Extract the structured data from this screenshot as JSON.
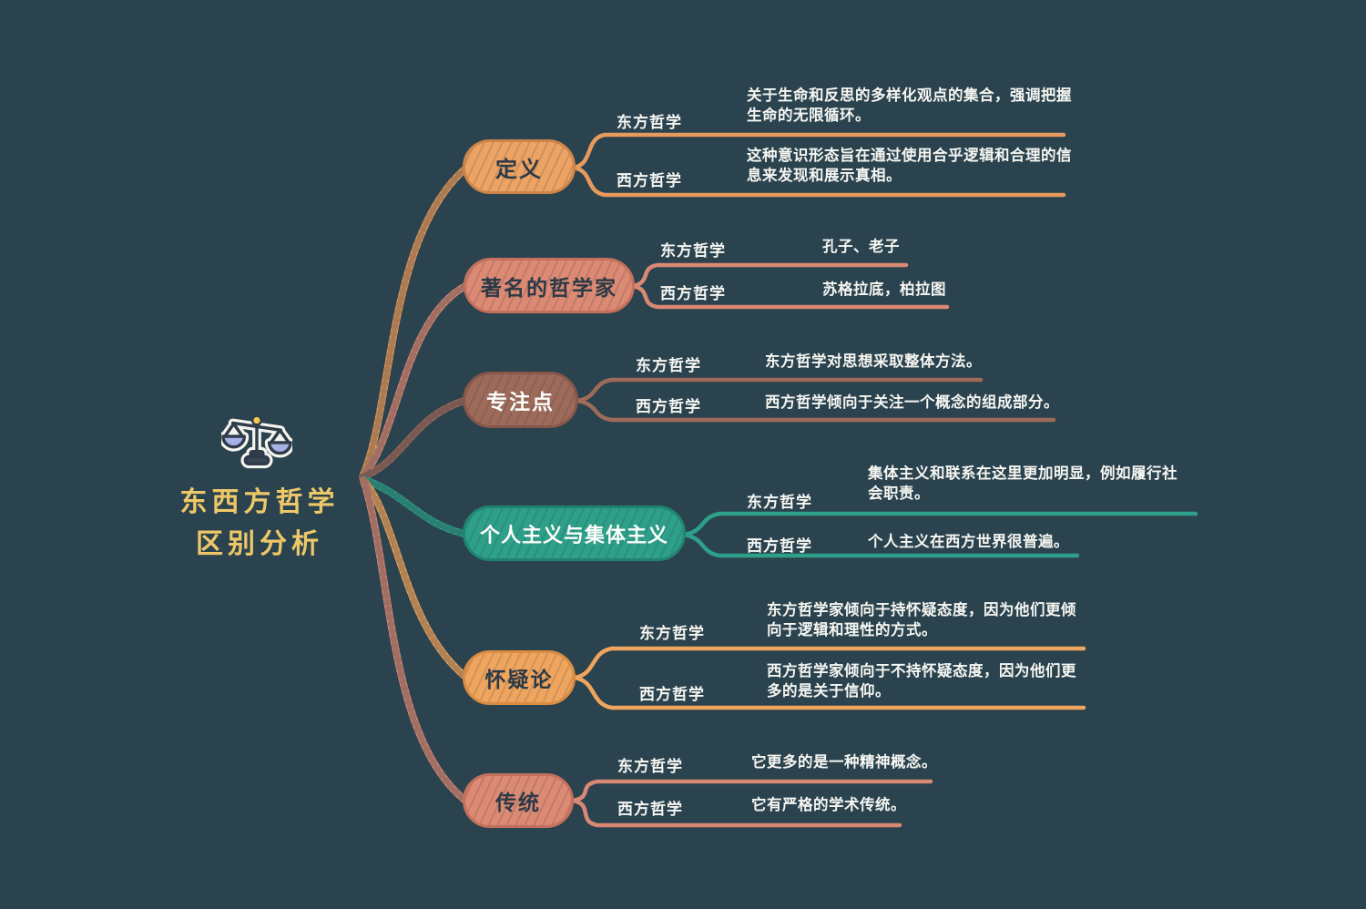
{
  "root": {
    "title_line1": "东西方哲学",
    "title_line2": "区别分析",
    "icon": "balance-scale-icon"
  },
  "colors": {
    "background": "#2A434E",
    "root_title": "#EEC868",
    "node_text_dark": "#2B3A46",
    "node_text_light": "#FDFDFB",
    "sub_text": "#F6F6F2",
    "branch_definition": "#ECA363",
    "branch_philosophers": "#DD8A74",
    "branch_focus": "#9E6B5A",
    "branch_individualism": "#2EA089",
    "branch_skepticism": "#F0A55E",
    "branch_tradition": "#DD8A74",
    "scale_pan_fill": "#A9B0E5",
    "scale_pivot": "#F2C94C"
  },
  "topics": [
    {
      "label": "定义",
      "color": "#ECA363",
      "east": {
        "label": "东方哲学",
        "desc": "关于生命和反思的多样化观点的集合，强调把握生命的无限循环。"
      },
      "west": {
        "label": "西方哲学",
        "desc": "这种意识形态旨在通过使用合乎逻辑和合理的信息来发现和展示真相。"
      }
    },
    {
      "label": "著名的哲学家",
      "color": "#DD8A74",
      "east": {
        "label": "东方哲学",
        "desc": "孔子、老子"
      },
      "west": {
        "label": "西方哲学",
        "desc": "苏格拉底，柏拉图"
      }
    },
    {
      "label": "专注点",
      "color": "#9E6B5A",
      "east": {
        "label": "东方哲学",
        "desc": "东方哲学对思想采取整体方法。"
      },
      "west": {
        "label": "西方哲学",
        "desc": "西方哲学倾向于关注一个概念的组成部分。"
      }
    },
    {
      "label": "个人主义与集体主义",
      "color": "#2EA089",
      "east": {
        "label": "东方哲学",
        "desc": "集体主义和联系在这里更加明显，例如履行社会职责。"
      },
      "west": {
        "label": "西方哲学",
        "desc": "个人主义在西方世界很普遍。"
      }
    },
    {
      "label": "怀疑论",
      "color": "#F0A55E",
      "east": {
        "label": "东方哲学",
        "desc": "东方哲学家倾向于持怀疑态度，因为他们更倾向于逻辑和理性的方式。"
      },
      "west": {
        "label": "西方哲学",
        "desc": "西方哲学家倾向于不持怀疑态度，因为他们更多的是关于信仰。"
      }
    },
    {
      "label": "传统",
      "color": "#DD8A74",
      "east": {
        "label": "东方哲学",
        "desc": "它更多的是一种精神概念。"
      },
      "west": {
        "label": "西方哲学",
        "desc": "它有严格的学术传统。"
      }
    }
  ]
}
